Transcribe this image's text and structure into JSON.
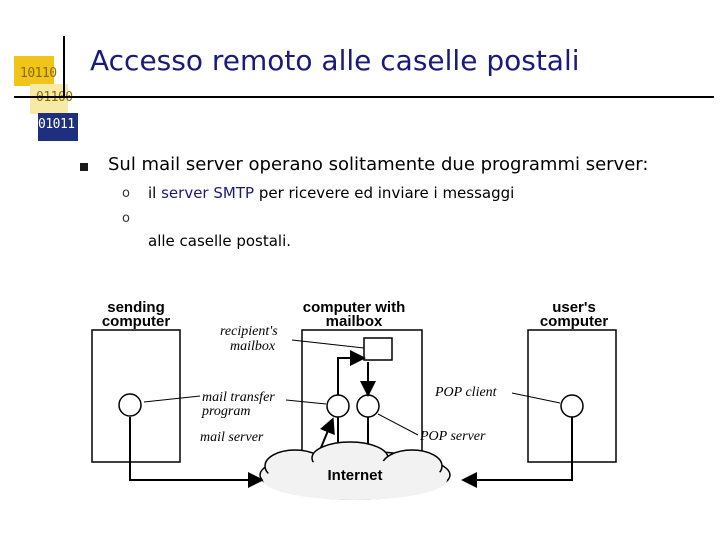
{
  "header": {
    "title": "Accesso remoto alle caselle postali",
    "logo_bits": [
      "10110",
      "01100",
      "01011"
    ]
  },
  "content": {
    "main_bullet": "Sul mail server operano solitamente due programmi server:",
    "sub_bullets": [
      {
        "marker": "o",
        "prefix": "il ",
        "keyword": "server SMTP",
        "suffix": " per ricevere ed inviare i messaggi"
      },
      {
        "marker": "o",
        "text": "alle caselle postali."
      }
    ]
  },
  "diagram": {
    "sending_computer": [
      "sending",
      "computer"
    ],
    "mail_server_box": [
      "computer with",
      "mailbox"
    ],
    "users_computer": [
      "user's",
      "computer"
    ],
    "recipient_mailbox": [
      "recipient's",
      "mailbox"
    ],
    "mail_transfer_program": [
      "mail transfer",
      "program"
    ],
    "mail_server": "mail server",
    "pop_client": "POP client",
    "pop_server": "POP server",
    "internet": "Internet"
  },
  "colors": {
    "title": "#1a1a7a",
    "logo_gold": "#f0c419",
    "logo_blue": "#1f2f80"
  }
}
